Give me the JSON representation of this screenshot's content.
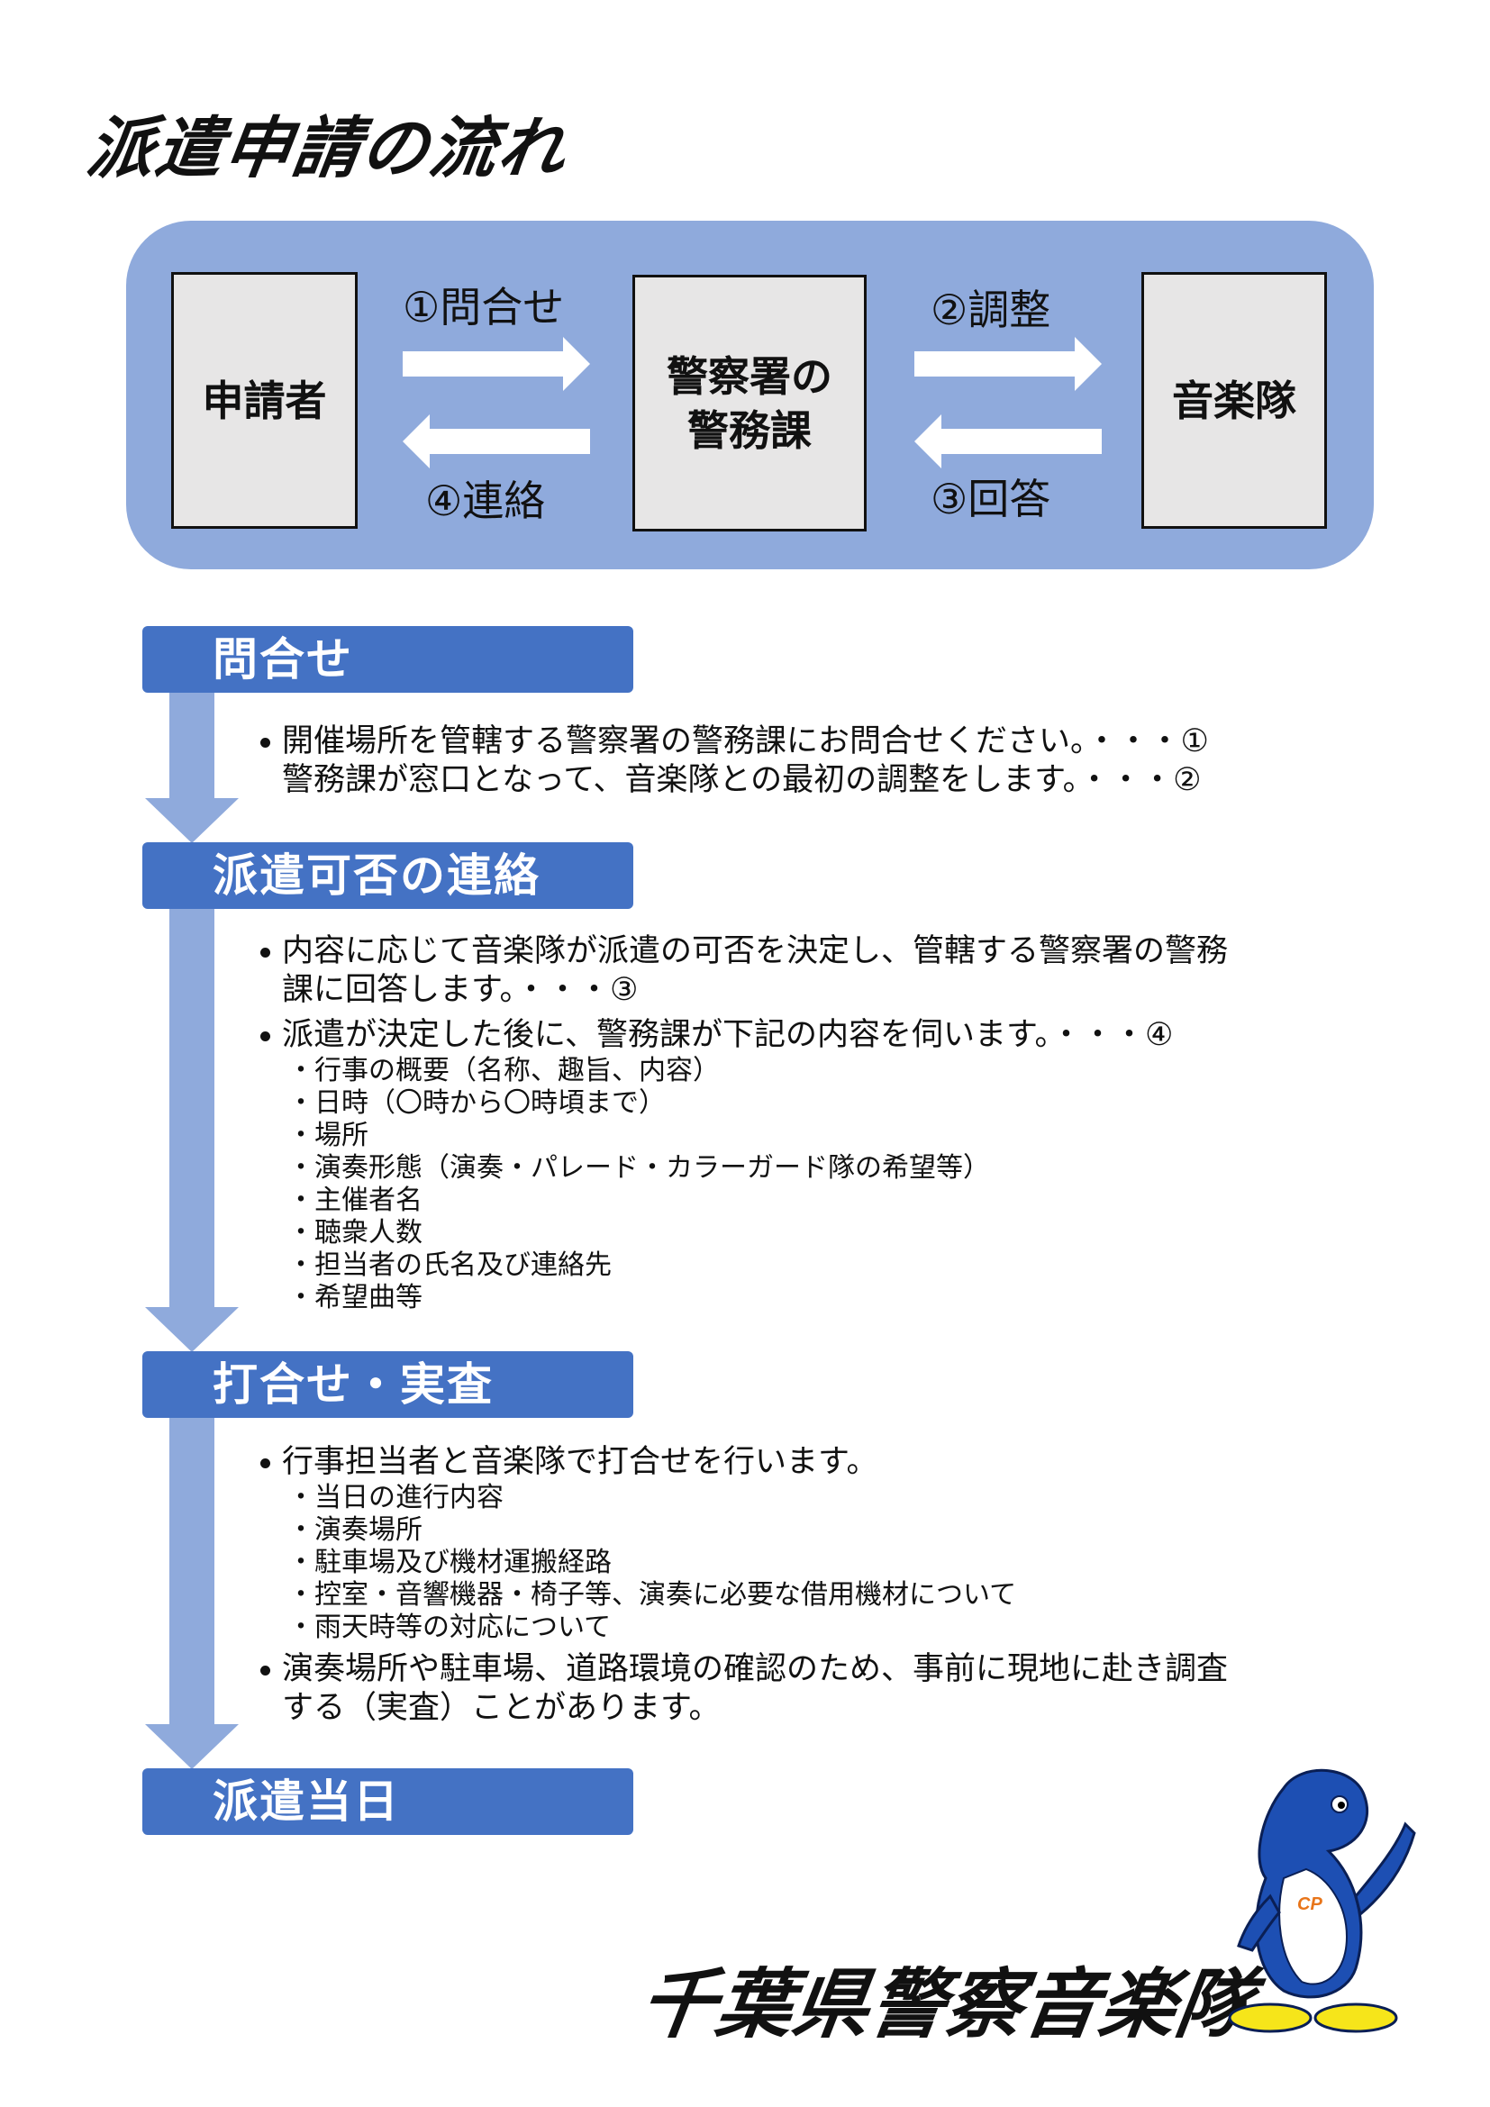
{
  "title": "派遣申請の流れ",
  "flow": {
    "applicant": "申請者",
    "police_line1": "警察署の",
    "police_line2": "警務課",
    "band": "音楽隊",
    "step1": "①問合せ",
    "step2": "②調整",
    "step3": "③回答",
    "step4": "④連絡"
  },
  "sections": [
    {
      "heading": "問合せ",
      "bullets": [
        {
          "lines": [
            "開催場所を管轄する警察署の警務課にお問合せください。・・・①",
            "警務課が窓口となって、音楽隊との最初の調整をします。・・・②"
          ]
        }
      ]
    },
    {
      "heading": "派遣可否の連絡",
      "bullets": [
        {
          "lines": [
            "内容に応じて音楽隊が派遣の可否を決定し、管轄する警察署の警務",
            "課に回答します。・・・③"
          ]
        },
        {
          "lines": [
            "派遣が決定した後に、警務課が下記の内容を伺います。・・・④"
          ],
          "items": [
            "行事の概要（名称、趣旨、内容）",
            "日時（〇時から〇時頃まで）",
            "場所",
            "演奏形態（演奏・パレード・カラーガード隊の希望等）",
            "主催者名",
            "聴衆人数",
            "担当者の氏名及び連絡先",
            "希望曲等"
          ]
        }
      ]
    },
    {
      "heading": "打合せ・実査",
      "bullets": [
        {
          "lines": [
            "行事担当者と音楽隊で打合せを行います。"
          ],
          "items": [
            "当日の進行内容",
            "演奏場所",
            "駐車場及び機材運搬経路",
            "控室・音響機器・椅子等、演奏に必要な借用機材について",
            "雨天時等の対応について"
          ]
        },
        {
          "lines": [
            "演奏場所や駐車場、道路環境の確認のため、事前に現地に赴き調査",
            "する（実査）ことがあります。"
          ]
        }
      ]
    },
    {
      "heading": "派遣当日"
    }
  ],
  "footer": "千葉県警察音楽隊",
  "mascot_badge": "CP",
  "colors": {
    "flow_bg": "#8faadc",
    "header": "#4472c4",
    "node": "#e7e6e6"
  }
}
